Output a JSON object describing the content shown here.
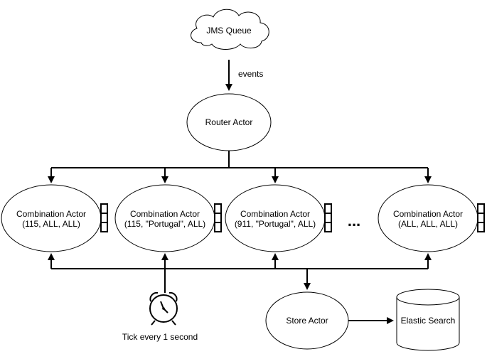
{
  "diagram": {
    "nodes": {
      "jms_queue": {
        "label": "JMS Queue"
      },
      "router_actor": {
        "label": "Router Actor"
      },
      "combination_actors": [
        {
          "line1": "Combination Actor",
          "line2": "(115, ALL, ALL)"
        },
        {
          "line1": "Combination Actor",
          "line2": "(115, \"Portugal\", ALL)"
        },
        {
          "line1": "Combination Actor",
          "line2": "(911, \"Portugal\", ALL)"
        },
        {
          "line1": "Combination Actor",
          "line2": "(ALL, ALL, ALL)"
        }
      ],
      "ellipsis": "...",
      "store_actor": {
        "label": "Store Actor"
      },
      "elastic_search": {
        "label": "Elastic Search"
      },
      "timer": {
        "label": "Tick every 1 second"
      }
    },
    "edges": {
      "queue_to_router": {
        "label": "events"
      }
    },
    "colors": {
      "stroke": "#000000",
      "fill": "#ffffff"
    },
    "icons": [
      "cloud-icon",
      "alarm-clock-icon",
      "mailbox-queue-icon",
      "database-cylinder-icon"
    ]
  }
}
